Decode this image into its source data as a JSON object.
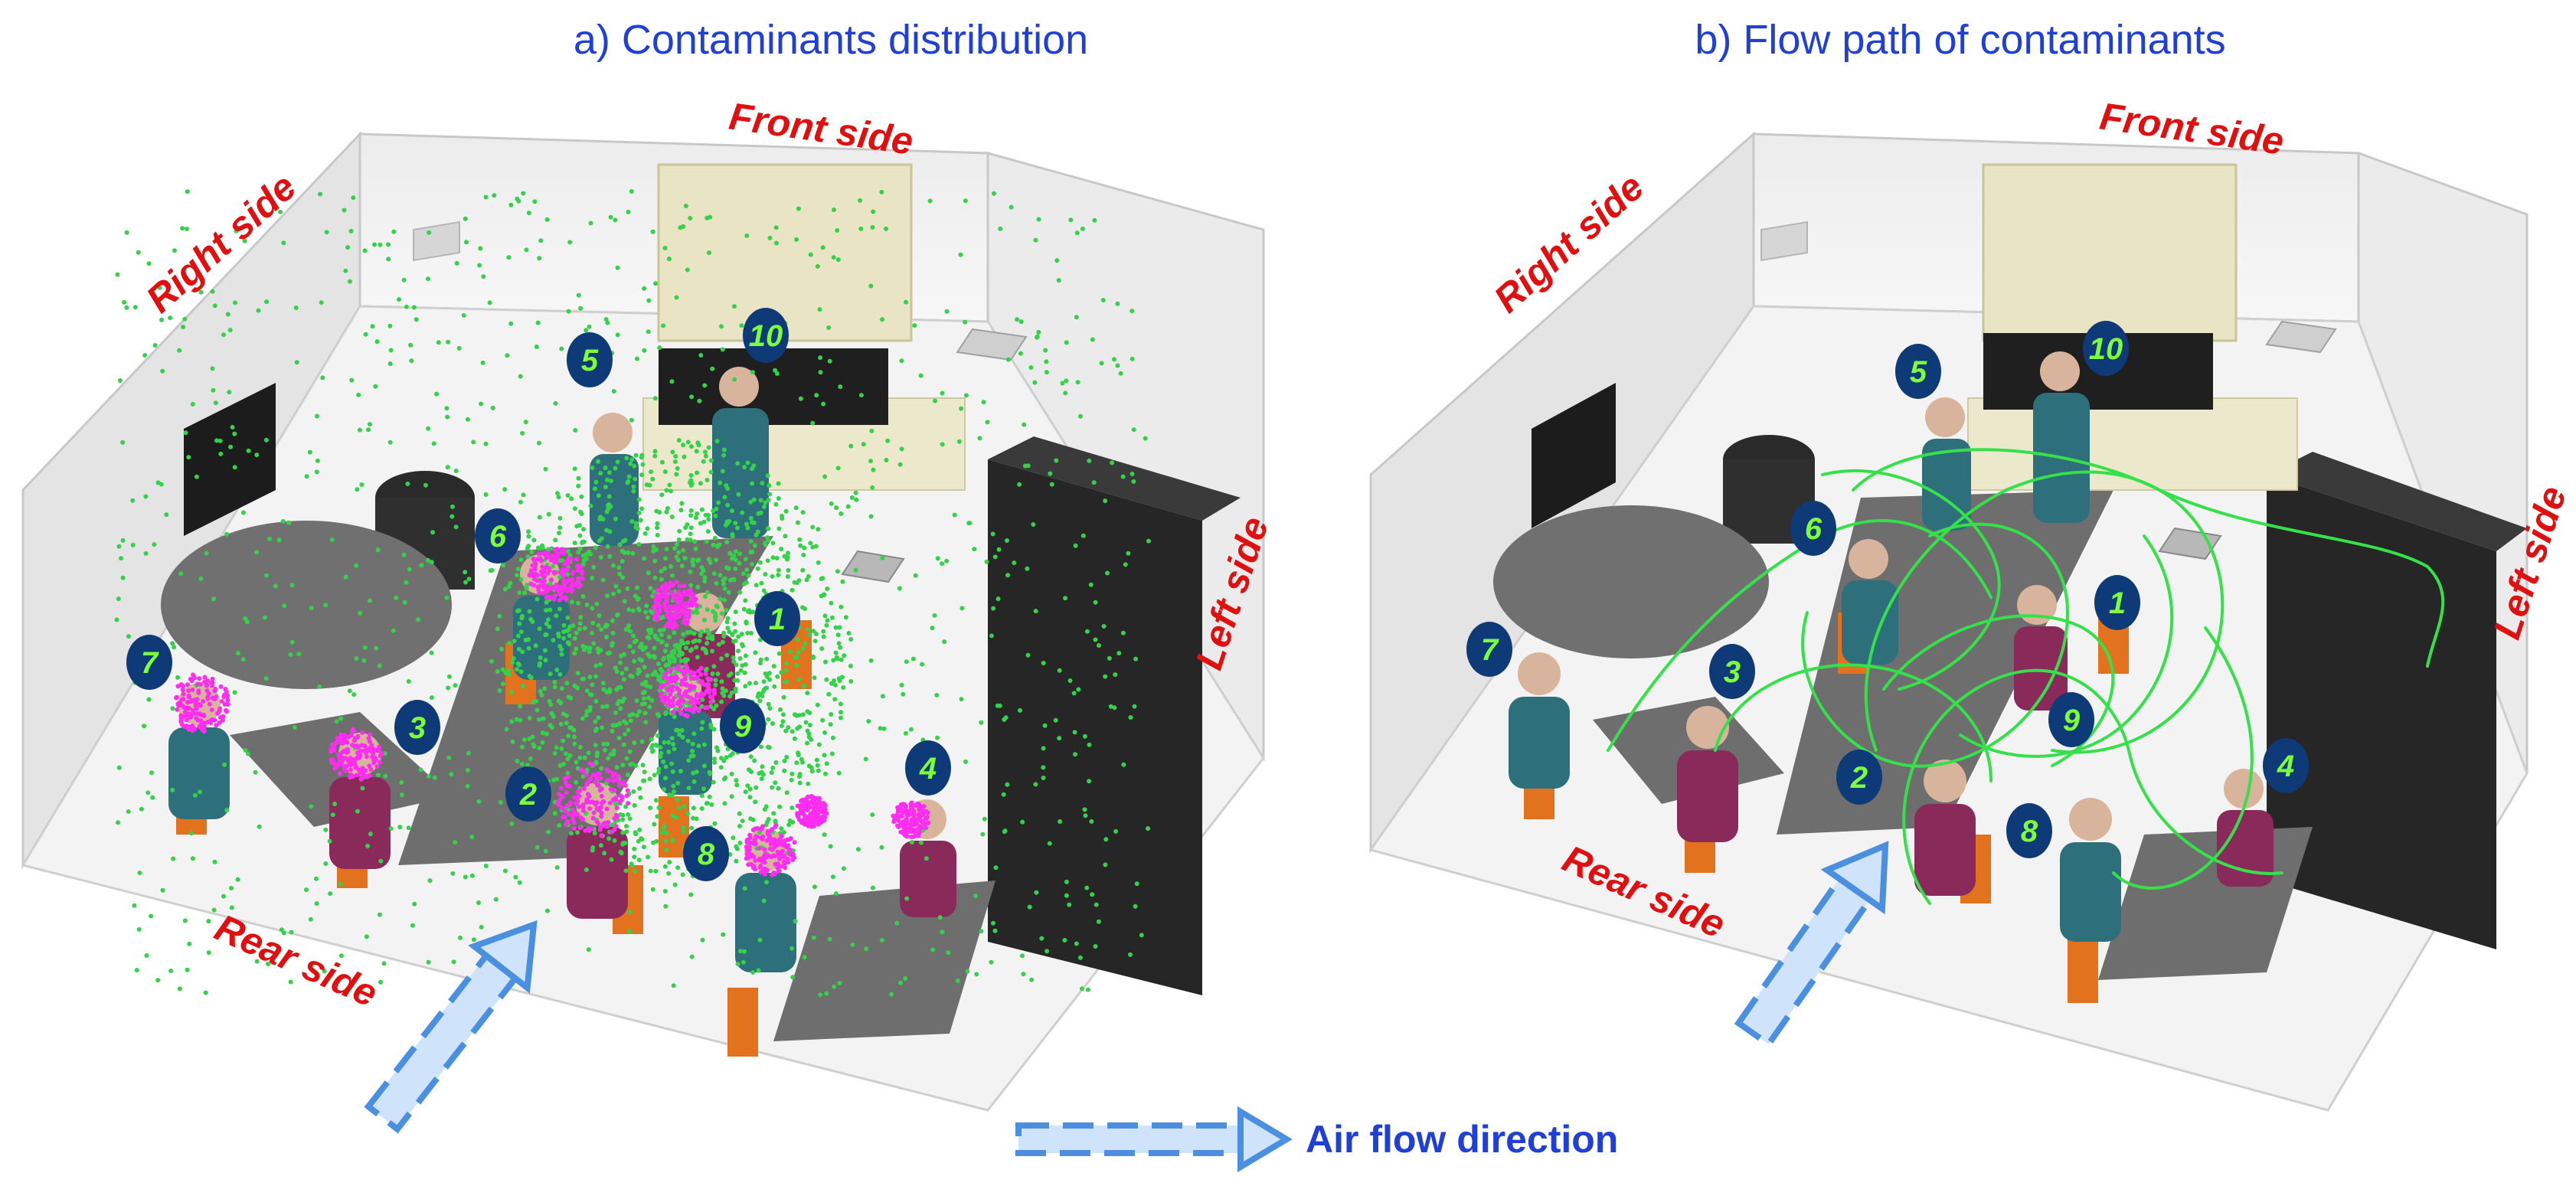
{
  "panels": [
    {
      "title": "a) Contaminants distribution",
      "sides": {
        "front": "Front side",
        "right": "Right side",
        "left": "Left side",
        "rear": "Rear side"
      },
      "markers": [
        "1",
        "2",
        "3",
        "4",
        "5",
        "6",
        "7",
        "8",
        "9",
        "10"
      ]
    },
    {
      "title": "b) Flow path of contaminants",
      "sides": {
        "front": "Front side",
        "right": "Right side",
        "left": "Left side",
        "rear": "Rear side"
      },
      "markers": [
        "1",
        "2",
        "3",
        "4",
        "5",
        "6",
        "7",
        "8",
        "9",
        "10"
      ]
    }
  ],
  "legend": {
    "label": "Air flow direction"
  },
  "colors": {
    "title_blue": "#1f3fd6",
    "side_red": "#e01010",
    "particle_green": "#35d14a",
    "particle_magenta": "#ff2df0",
    "marker_fill": "#0e3a78",
    "marker_text": "#7cff3a",
    "arrow_blue": "#4a8fe0",
    "occupant_teal": "#2e6f7c",
    "occupant_purple": "#8a2a5a",
    "chair_orange": "#e3721e"
  }
}
